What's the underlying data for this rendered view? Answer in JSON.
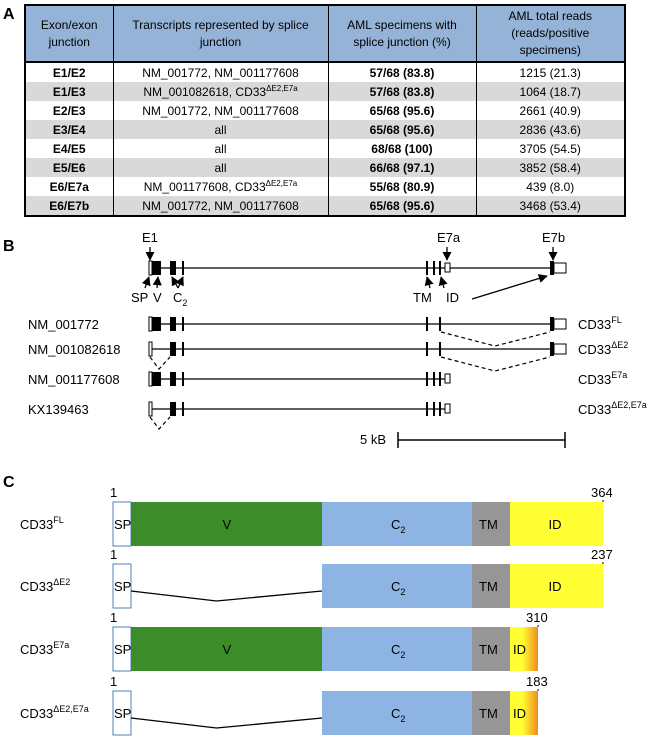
{
  "panels": {
    "a": "A",
    "b": "B",
    "c": "C"
  },
  "table": {
    "headers": [
      "Exon/exon junction",
      "Transcripts represented by splice junction",
      "AML specimens with splice junction (%)",
      "AML total reads (reads/positive specimens)"
    ],
    "rows": [
      {
        "junction": "E1/E2",
        "transcripts": "NM_001772, NM_001177608",
        "transcripts_sup": "",
        "specimens": "57/68 (83.8)",
        "reads": "1215 (21.3)"
      },
      {
        "junction": "E1/E3",
        "transcripts": "NM_001082618, CD33",
        "transcripts_sup": "ΔE2,E7a",
        "specimens": "57/68 (83.8)",
        "reads": "1064 (18.7)"
      },
      {
        "junction": "E2/E3",
        "transcripts": "NM_001772, NM_001177608",
        "transcripts_sup": "",
        "specimens": "65/68 (95.6)",
        "reads": "2661 (40.9)"
      },
      {
        "junction": "E3/E4",
        "transcripts": "all",
        "transcripts_sup": "",
        "specimens": "65/68 (95.6)",
        "reads": "2836 (43.6)"
      },
      {
        "junction": "E4/E5",
        "transcripts": "all",
        "transcripts_sup": "",
        "specimens": "68/68 (100)",
        "reads": "3705 (54.5)"
      },
      {
        "junction": "E5/E6",
        "transcripts": "all",
        "transcripts_sup": "",
        "specimens": "66/68 (97.1)",
        "reads": "3852 (58.4)"
      },
      {
        "junction": "E6/E7a",
        "transcripts": "NM_001177608, CD33",
        "transcripts_sup": "ΔE2,E7a",
        "specimens": "55/68 (80.9)",
        "reads": "439 (8.0)"
      },
      {
        "junction": "E6/E7b",
        "transcripts": "NM_001772, NM_001177608",
        "transcripts_sup": "",
        "specimens": "65/68 (95.6)",
        "reads": "3468 (53.4)"
      }
    ]
  },
  "gene_map": {
    "exon_labels": {
      "e1": "E1",
      "e7a": "E7a",
      "e7b": "E7b"
    },
    "domain_labels": {
      "sp": "SP",
      "v": "V",
      "c2": "C",
      "c2_sub": "2",
      "tm": "TM",
      "id": "ID"
    },
    "transcripts": [
      {
        "name": "NM_001772",
        "isoform": "CD33",
        "isoform_sup": "FL"
      },
      {
        "name": "NM_001082618",
        "isoform": "CD33",
        "isoform_sup": "ΔE2"
      },
      {
        "name": "NM_001177608",
        "isoform": "CD33",
        "isoform_sup": "E7a"
      },
      {
        "name": "KX139463",
        "isoform": "CD33",
        "isoform_sup": "ΔE2,E7a"
      }
    ],
    "scale_bar": "5 kB"
  },
  "proteins": [
    {
      "name": "CD33",
      "sup": "FL",
      "start": "1",
      "end": "364",
      "has_v": true,
      "truncated": false
    },
    {
      "name": "CD33",
      "sup": "ΔE2",
      "start": "1",
      "end": "237",
      "has_v": false,
      "truncated": false
    },
    {
      "name": "CD33",
      "sup": "E7a",
      "start": "1",
      "end": "310",
      "has_v": true,
      "truncated": true
    },
    {
      "name": "CD33",
      "sup": "ΔE2,E7a",
      "start": "1",
      "end": "183",
      "has_v": false,
      "truncated": true
    }
  ],
  "colors": {
    "header_bg": "#95b3d7",
    "row_alt": "#d9d9d9",
    "v_domain": "#3c8c2a",
    "c2_domain": "#8eb4e3",
    "tm_domain": "#969696",
    "id_domain": "#ffff33",
    "id_truncated_end": "#f08a1e"
  }
}
